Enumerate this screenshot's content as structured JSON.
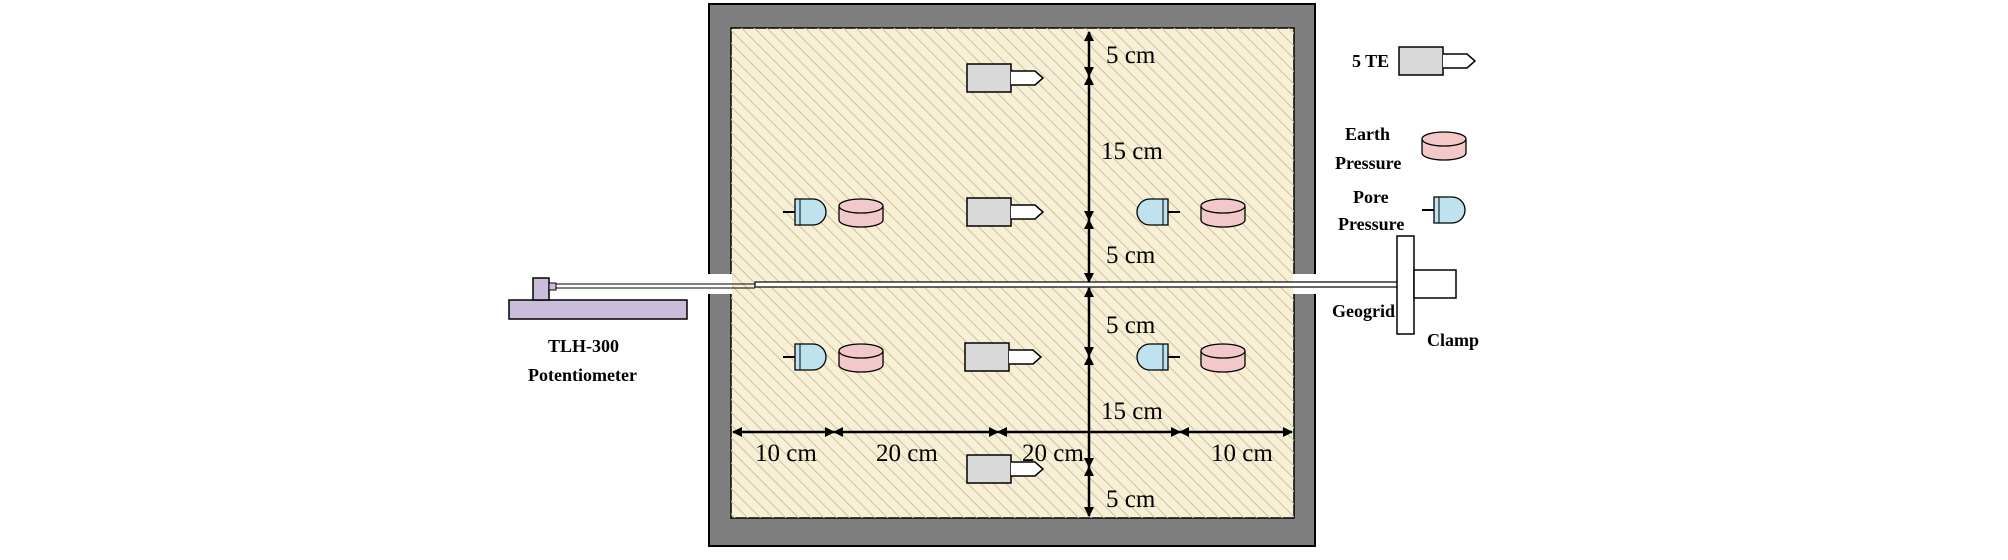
{
  "colors": {
    "wall": "#7f7f7f",
    "soil": "#f7f0d6",
    "hatch": "#cfc29c",
    "sensor_5te": "#d9d9d9",
    "earth_pressure": "#f2c8c8",
    "pore_pressure": "#bfe3ee",
    "potentiometer": "#c9bdd9"
  },
  "vertical_dims": [
    "5 cm",
    "15 cm",
    "5 cm",
    "5 cm",
    "15 cm",
    "5 cm"
  ],
  "horizontal_dims": [
    "10 cm",
    "20 cm",
    "20 cm",
    "10 cm"
  ],
  "legend": {
    "five_te": "5 TE",
    "earth_pressure": [
      "Earth",
      "Pressure"
    ],
    "pore_pressure": [
      "Pore",
      "Pressure"
    ]
  },
  "labels": {
    "geogrid": "Geogrid",
    "clamp": "Clamp",
    "potentiometer": [
      "TLH-300",
      "Potentiometer"
    ]
  }
}
